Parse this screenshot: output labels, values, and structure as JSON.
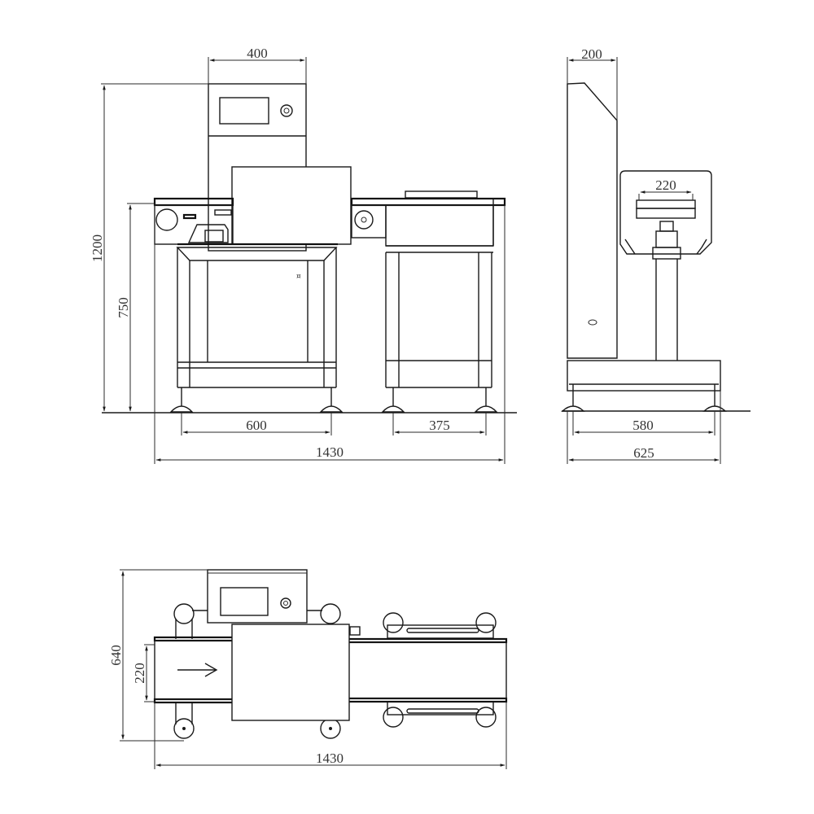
{
  "drawing": {
    "type": "checkweigher technical drawing",
    "line_color": "#1a1a1a",
    "background": "#ffffff"
  },
  "front_view": {
    "dim_control_box_width": "400",
    "dim_total_height": "1200",
    "dim_conveyor_height": "750",
    "dim_left_feet_span": "600",
    "dim_right_feet_span": "375",
    "dim_total_length": "1430"
  },
  "side_view": {
    "dim_column_width": "200",
    "dim_belt_width": "220",
    "dim_feet_span": "580",
    "dim_base_depth": "625"
  },
  "top_view": {
    "dim_total_depth": "640",
    "dim_belt_width": "220",
    "dim_total_length": "1430",
    "flow_direction": "right"
  }
}
